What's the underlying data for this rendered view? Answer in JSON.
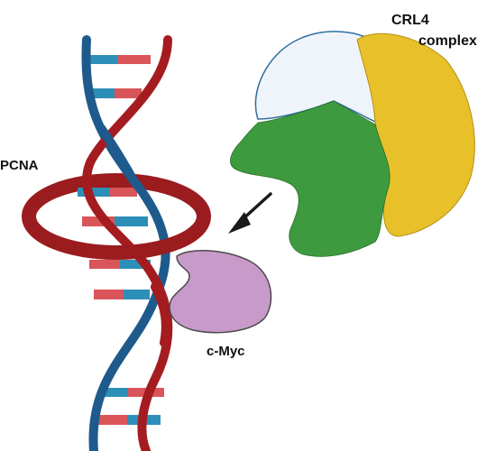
{
  "labels": {
    "pcna": "PCNA",
    "crl4_line1": "CRL4",
    "crl4_line2": "complex",
    "cmyc": "c-Myc"
  },
  "colors": {
    "background": "#ffffff",
    "dna_blue_strand": "#1e5a8c",
    "dna_red_strand": "#a41c20",
    "base_red": "#d9555a",
    "base_blue": "#2c8fb8",
    "pcna_ring": "#9b1c1f",
    "crl4_top_lobe": "#eef4fa",
    "crl4_top_outline": "#2e6f9e",
    "crl4_right_lobe": "#e8c12a",
    "crl4_green_body": "#3e9a3e",
    "cmyc_fill": "#c79ac9",
    "cmyc_outline": "#4b4b4b",
    "arrow": "#1a1a1a",
    "text": "#111111"
  },
  "icons": {
    "dna": "dna-double-helix-icon",
    "pcna": "pcna-ring-icon",
    "crl4": "crl4-complex-icon",
    "cmyc": "c-myc-protein-icon",
    "arrow": "arrow-down-left-icon"
  }
}
